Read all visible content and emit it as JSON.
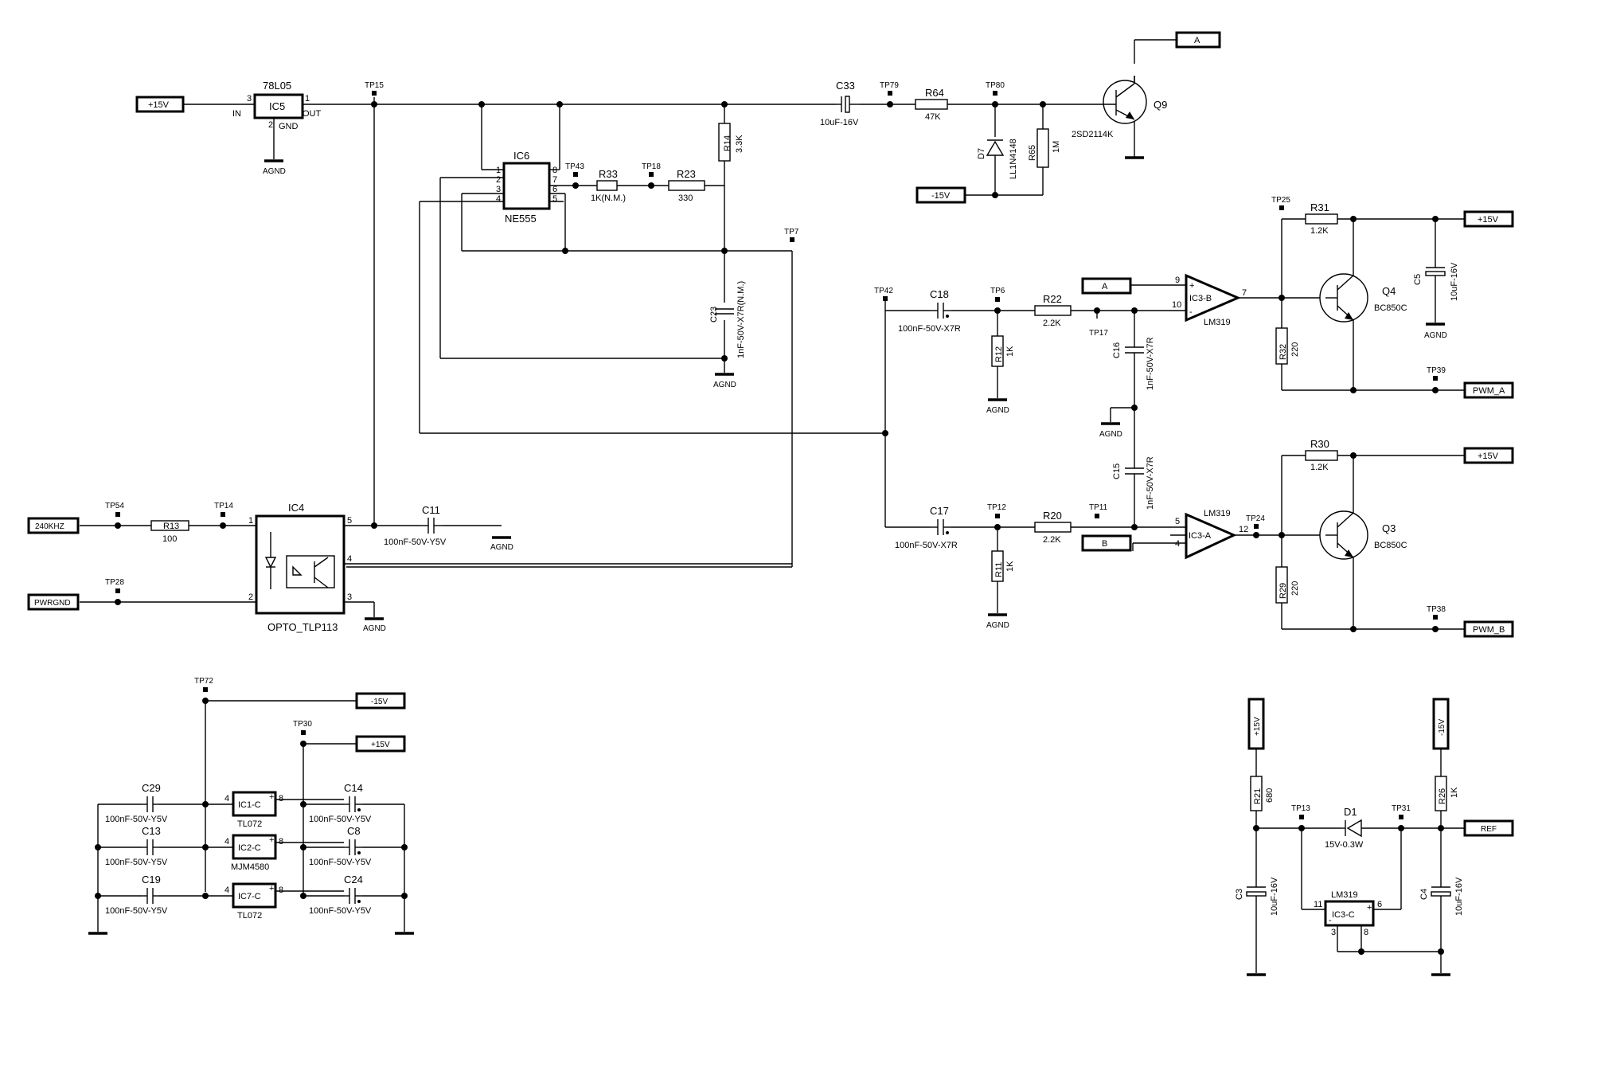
{
  "parts": {
    "IC5": {
      "ref": "IC5",
      "value": "78L05",
      "in": "IN",
      "out": "OUT",
      "gnd": "GND",
      "pin_in": "3",
      "pin_out": "1",
      "pin_gnd": "2"
    },
    "IC6": {
      "ref": "IC6",
      "value": "NE555",
      "pins": [
        "1",
        "2",
        "3",
        "4",
        "8",
        "7",
        "6",
        "5"
      ]
    },
    "IC4": {
      "ref": "IC4",
      "value": "OPTO_TLP113",
      "pins": [
        "1",
        "2",
        "5",
        "4",
        "3"
      ]
    },
    "R13": {
      "ref": "R13",
      "value": "100"
    },
    "R33": {
      "ref": "R33",
      "value": "1K(N.M.)"
    },
    "R23": {
      "ref": "R23",
      "value": "330"
    },
    "R14": {
      "ref": "R14",
      "value": "3.3K"
    },
    "C23": {
      "ref": "C23",
      "value": "1nF-50V-X7R(N.M.)"
    },
    "C11": {
      "ref": "C11",
      "value": "100nF-50V-Y5V"
    },
    "C33": {
      "ref": "C33",
      "value": "10uF-16V"
    },
    "R64": {
      "ref": "R64",
      "value": "47K"
    },
    "D7": {
      "ref": "D7",
      "value": "LL1N4148"
    },
    "R65": {
      "ref": "R65",
      "value": "1M"
    },
    "Q9": {
      "ref": "Q9",
      "value": "2SD2114K"
    },
    "C18": {
      "ref": "C18",
      "value": "100nF-50V-X7R"
    },
    "R22": {
      "ref": "R22",
      "value": "2.2K"
    },
    "R12": {
      "ref": "R12",
      "value": "1K"
    },
    "C16": {
      "ref": "C16",
      "value": "1nF-50V-X7R"
    },
    "C15": {
      "ref": "C15",
      "value": "1nF-50V-X7R"
    },
    "C17": {
      "ref": "C17",
      "value": "100nF-50V-X7R"
    },
    "R20": {
      "ref": "R20",
      "value": "2.2K"
    },
    "R11": {
      "ref": "R11",
      "value": "1K"
    },
    "IC3B": {
      "ref": "IC3-B",
      "value": "LM319",
      "pin_p": "9",
      "pin_n": "10",
      "pin_out": "7"
    },
    "IC3A": {
      "ref": "IC3-A",
      "value": "LM319",
      "pin_p": "5",
      "pin_n": "4",
      "pin_out": "12"
    },
    "R31": {
      "ref": "R31",
      "value": "1.2K"
    },
    "C5": {
      "ref": "C5",
      "value": "10uF-16V"
    },
    "Q4": {
      "ref": "Q4",
      "value": "BC850C"
    },
    "R32": {
      "ref": "R32",
      "value": "220"
    },
    "R30": {
      "ref": "R30",
      "value": "1.2K"
    },
    "Q3": {
      "ref": "Q3",
      "value": "BC850C"
    },
    "R29": {
      "ref": "R29",
      "value": "220"
    },
    "C29": {
      "ref": "C29",
      "value": "100nF-50V-Y5V"
    },
    "C13": {
      "ref": "C13",
      "value": "100nF-50V-Y5V"
    },
    "C19": {
      "ref": "C19",
      "value": "100nF-50V-Y5V"
    },
    "C14": {
      "ref": "C14",
      "value": "100nF-50V-Y5V"
    },
    "C8": {
      "ref": "C8",
      "value": "100nF-50V-Y5V"
    },
    "C24": {
      "ref": "C24",
      "value": "100nF-50V-Y5V"
    },
    "IC1C": {
      "ref": "IC1-C",
      "value": "TL072"
    },
    "IC2C": {
      "ref": "IC2-C",
      "value": "MJM4580"
    },
    "IC7C": {
      "ref": "IC7-C",
      "value": "TL072"
    },
    "R21": {
      "ref": "R21",
      "value": "680"
    },
    "C3": {
      "ref": "C3",
      "value": "10uF-16V"
    },
    "D1": {
      "ref": "D1",
      "value": "15V-0.3W"
    },
    "IC3C": {
      "ref": "IC3-C",
      "value": "LM319",
      "pins": [
        "11",
        "6",
        "3",
        "8"
      ]
    },
    "R26": {
      "ref": "R26",
      "value": "1K"
    },
    "C4": {
      "ref": "C4",
      "value": "10uF-16V"
    }
  },
  "pwr_pins": {
    "p4": "4",
    "p8": "8",
    "plus": "+",
    "minus": "-"
  },
  "ports": {
    "p15v_in": "+15V",
    "a_top": "A",
    "m15v_q9": "-15V",
    "p15v_q4": "+15V",
    "a_cmp": "A",
    "pwm_a": "PWM_A",
    "p15v_q3": "+15V",
    "b_cmp": "B",
    "pwm_b": "PWM_B",
    "khz": "240KHZ",
    "pwrgnd": "PWRGND",
    "m15v_pwr": "-15V",
    "p15v_pwr": "+15V",
    "p15v_ref": "+15V",
    "m15v_ref": "-15V",
    "ref": "REF"
  },
  "gnd_label": "AGND",
  "testpoints": {
    "tp15": "TP15",
    "tp43": "TP43",
    "tp18": "TP18",
    "tp7": "TP7",
    "tp79": "TP79",
    "tp80": "TP80",
    "tp25": "TP25",
    "tp42": "TP42",
    "tp6": "TP6",
    "tp17": "TP17",
    "tp39": "TP39",
    "tp12": "TP12",
    "tp11": "TP11",
    "tp24": "TP24",
    "tp38": "TP38",
    "tp54": "TP54",
    "tp14": "TP14",
    "tp28": "TP28",
    "tp72": "TP72",
    "tp30": "TP30",
    "tp13": "TP13",
    "tp31": "TP31"
  }
}
